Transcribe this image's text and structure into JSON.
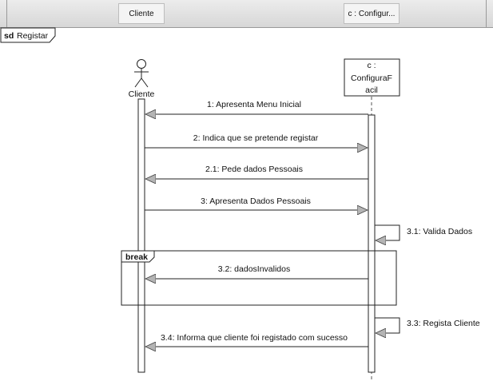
{
  "header": {
    "tab_cliente": "Cliente",
    "tab_configurafacil": "c : Configur..."
  },
  "frame": {
    "keyword": "sd",
    "name": "Registar"
  },
  "lifelines": {
    "actor_name": "Cliente",
    "object_line1": "c :",
    "object_line2": "ConfiguraF",
    "object_line3": "acil"
  },
  "fragment": {
    "operator": "break"
  },
  "messages": [
    {
      "label": "1: Apresenta Menu Inicial"
    },
    {
      "label": "2: Indica que se pretende registar"
    },
    {
      "label": "2.1: Pede dados Pessoais"
    },
    {
      "label": "3: Apresenta Dados Pessoais"
    },
    {
      "label": "3.1: Valida Dados"
    },
    {
      "label": "3.2: dadosInvalidos"
    },
    {
      "label": "3.3: Regista Cliente"
    },
    {
      "label": "3.4: Informa que cliente foi registado com sucesso"
    }
  ]
}
